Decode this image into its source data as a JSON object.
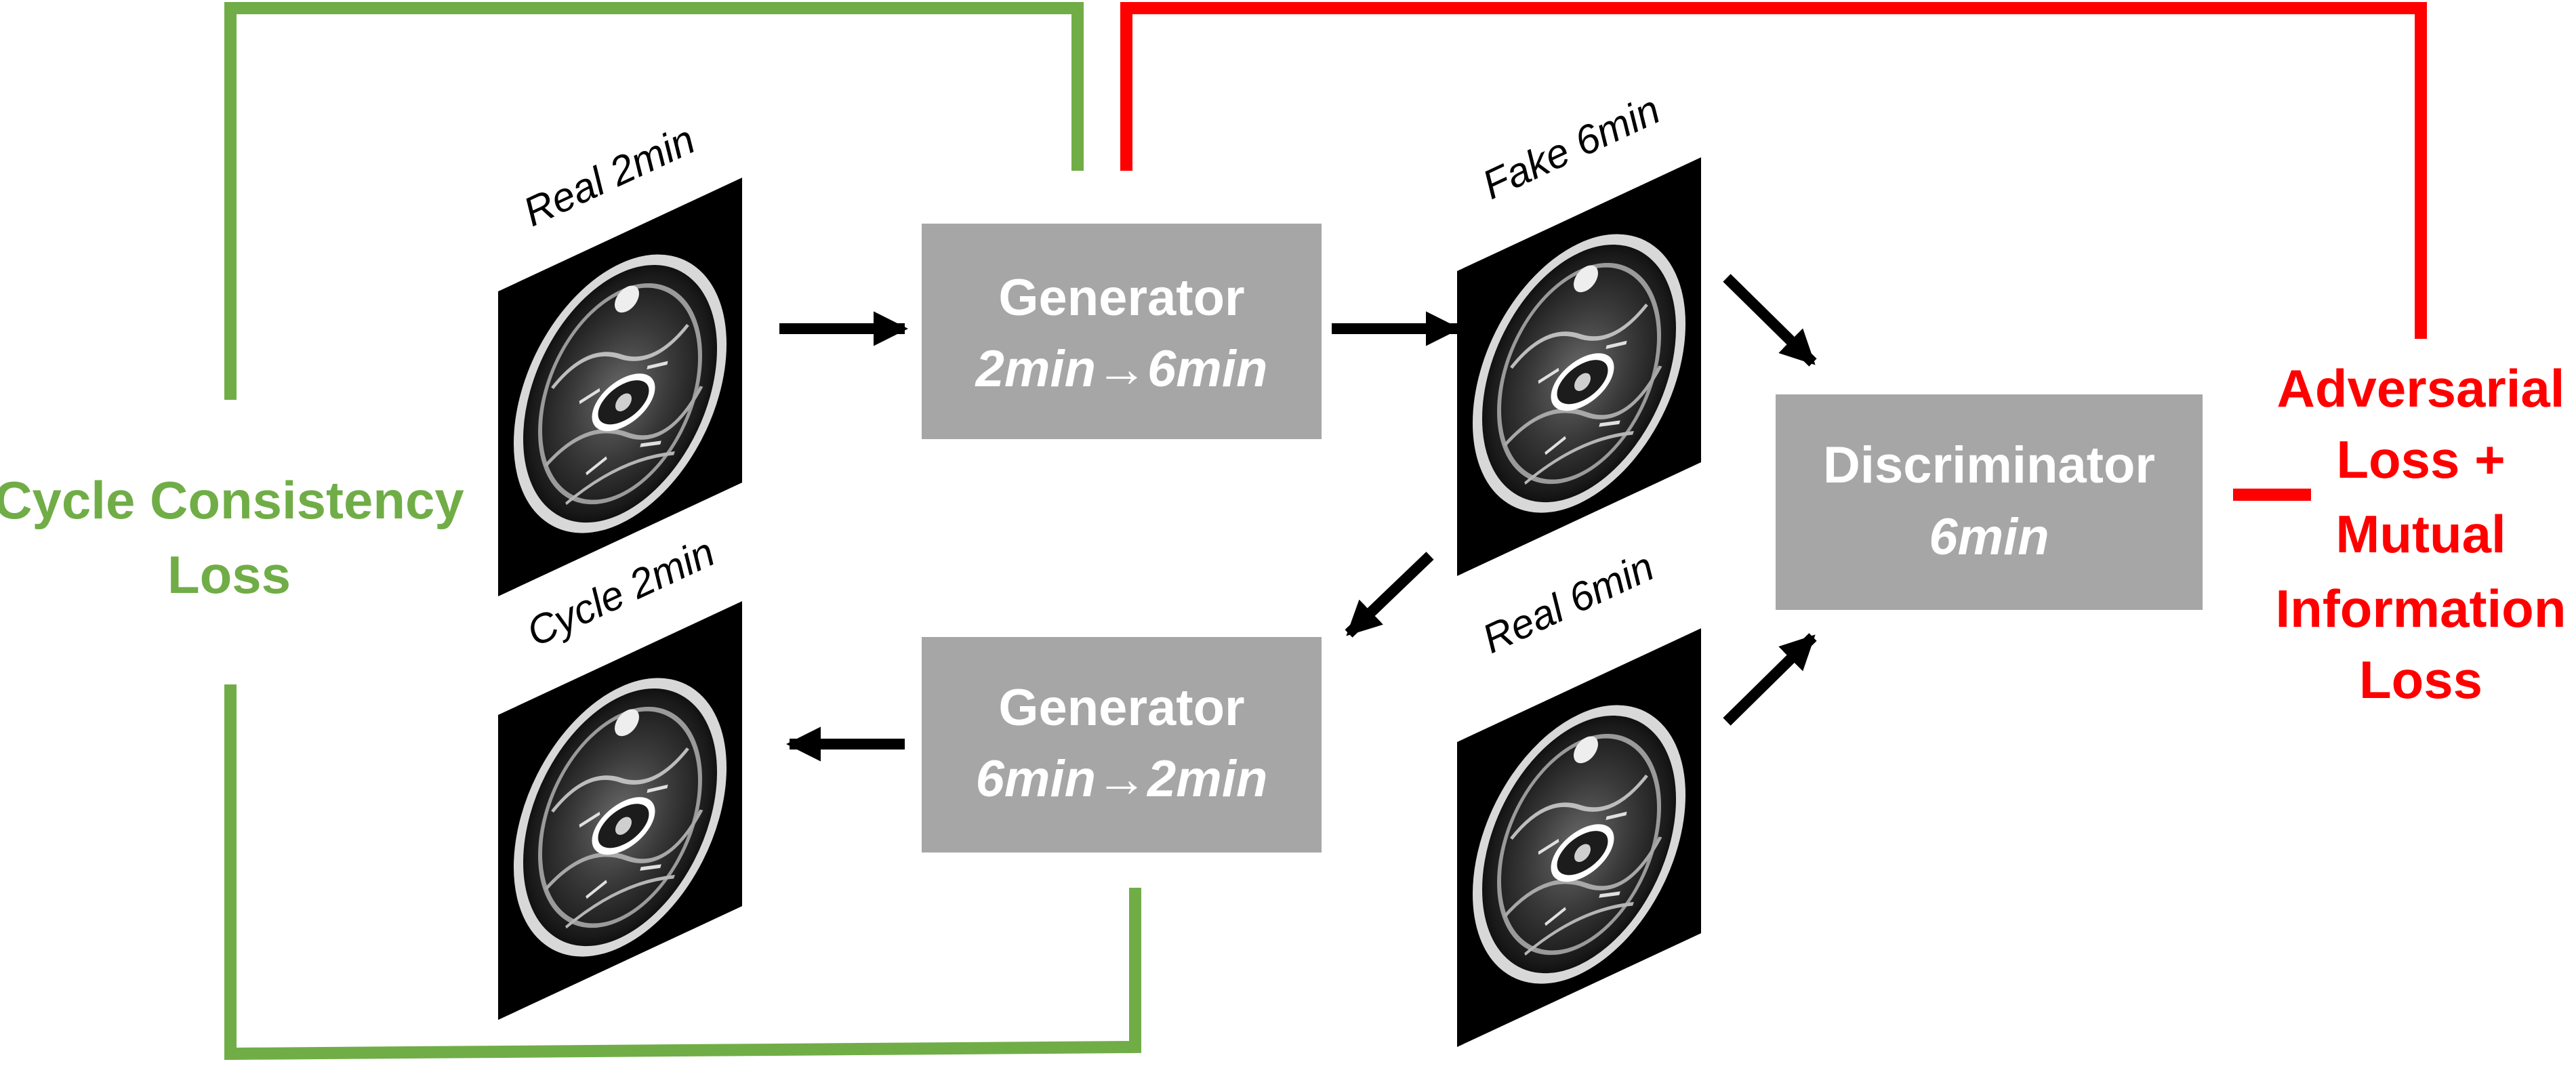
{
  "colors": {
    "cycle_line": "#70ad47",
    "adversarial_line": "#ff0000",
    "box_fill": "#a6a6a6",
    "arrow": "#000000"
  },
  "images": {
    "real_2min": "Real 2min",
    "fake_6min": "Fake 6min",
    "cycle_2min": "Cycle 2min",
    "real_6min": "Real 6min"
  },
  "generator_forward": {
    "title": "Generator",
    "subtitle": "2min→6min"
  },
  "generator_backward": {
    "title": "Generator",
    "subtitle": "6min→2min"
  },
  "discriminator": {
    "title": "Discriminator",
    "subtitle": "6min"
  },
  "cycle_loss": {
    "line1": "Cycle Consistency",
    "line2": "Loss"
  },
  "adversarial_loss": {
    "line1": "Adversarial",
    "line2": "Loss +",
    "line3": "Mutual",
    "line4": "Information",
    "line5": "Loss"
  }
}
